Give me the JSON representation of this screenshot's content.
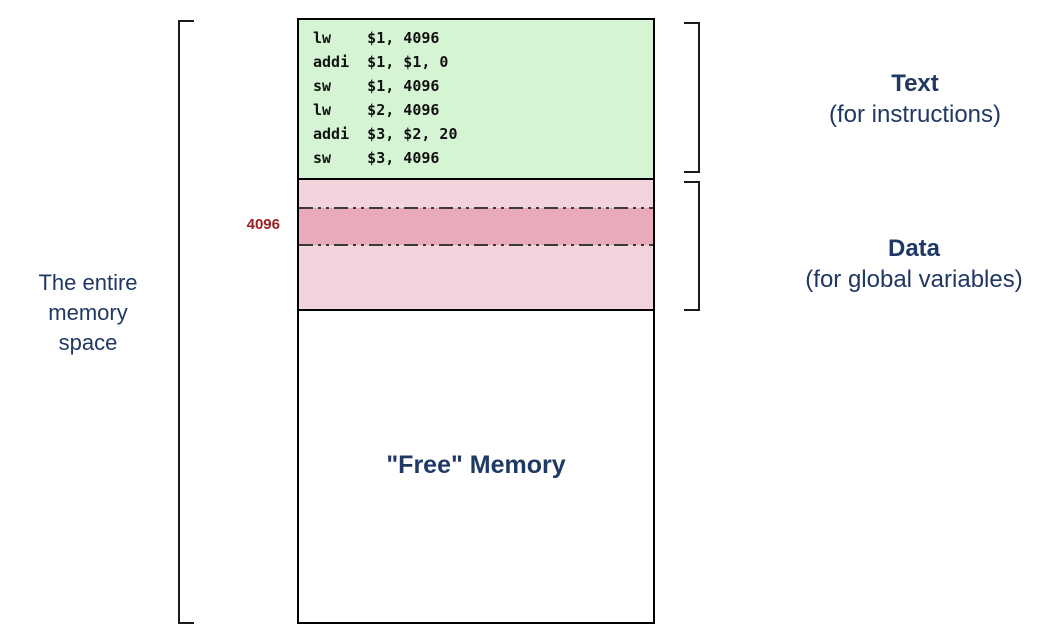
{
  "memory_diagram": {
    "left_label_lines": [
      "The entire",
      "memory",
      "space"
    ],
    "code_lines": [
      "lw    $1, 4096",
      "addi  $1, $1, 0",
      "sw    $1, 4096",
      "lw    $2, 4096",
      "addi  $3, $2, 20",
      "sw    $3, 4096"
    ],
    "address_label": "4096",
    "free_label": "\"Free\" Memory",
    "annotations": {
      "text_title": "Text",
      "text_subtitle": "(for instructions)",
      "data_title": "Data",
      "data_subtitle": "(for global variables)"
    },
    "colors": {
      "text_bg": "#d5f4d4",
      "data_bg": "#f3d3dc",
      "band_bg": "#e9aabc",
      "heading": "#1f3864",
      "address": "#9e2121"
    }
  }
}
